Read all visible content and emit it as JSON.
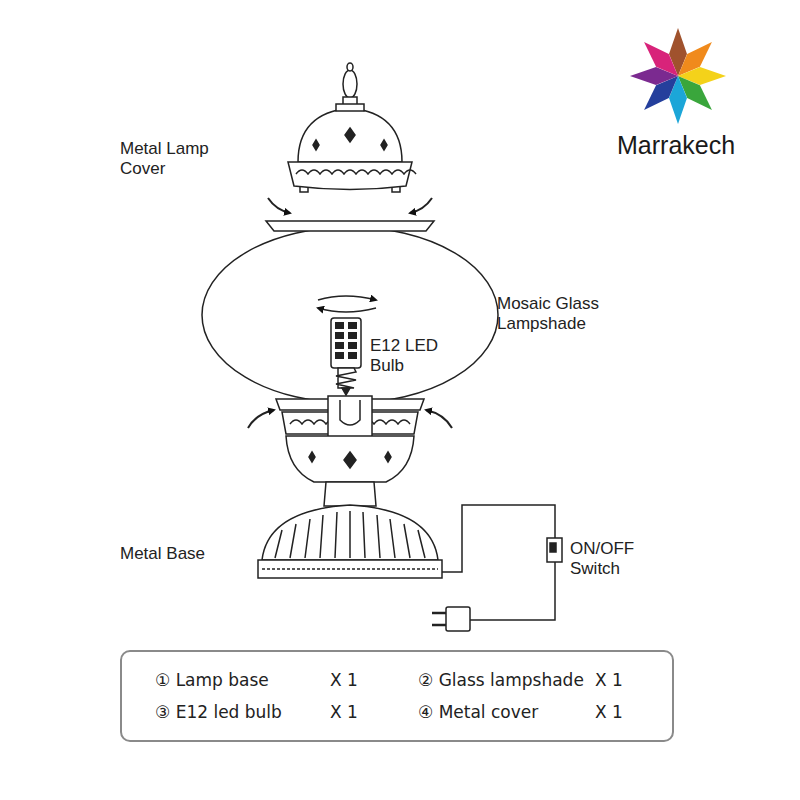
{
  "diagram": {
    "nodes": [
      {
        "text": [
          "① Lamp base",
          "X 1",
          "② Glass lampshade",
          "X 1",
          "③ E12 led bulb",
          "X 1",
          "④ Metal cover",
          "X 1"
        ]
      }
    ],
    "labels": [
      "Metal Lamp Cover",
      "Marrakech",
      "Mosaic Glass Lampshade",
      "E12 LED Bulb",
      "Metal Base",
      "ON/OFF Switch"
    ]
  }
}
